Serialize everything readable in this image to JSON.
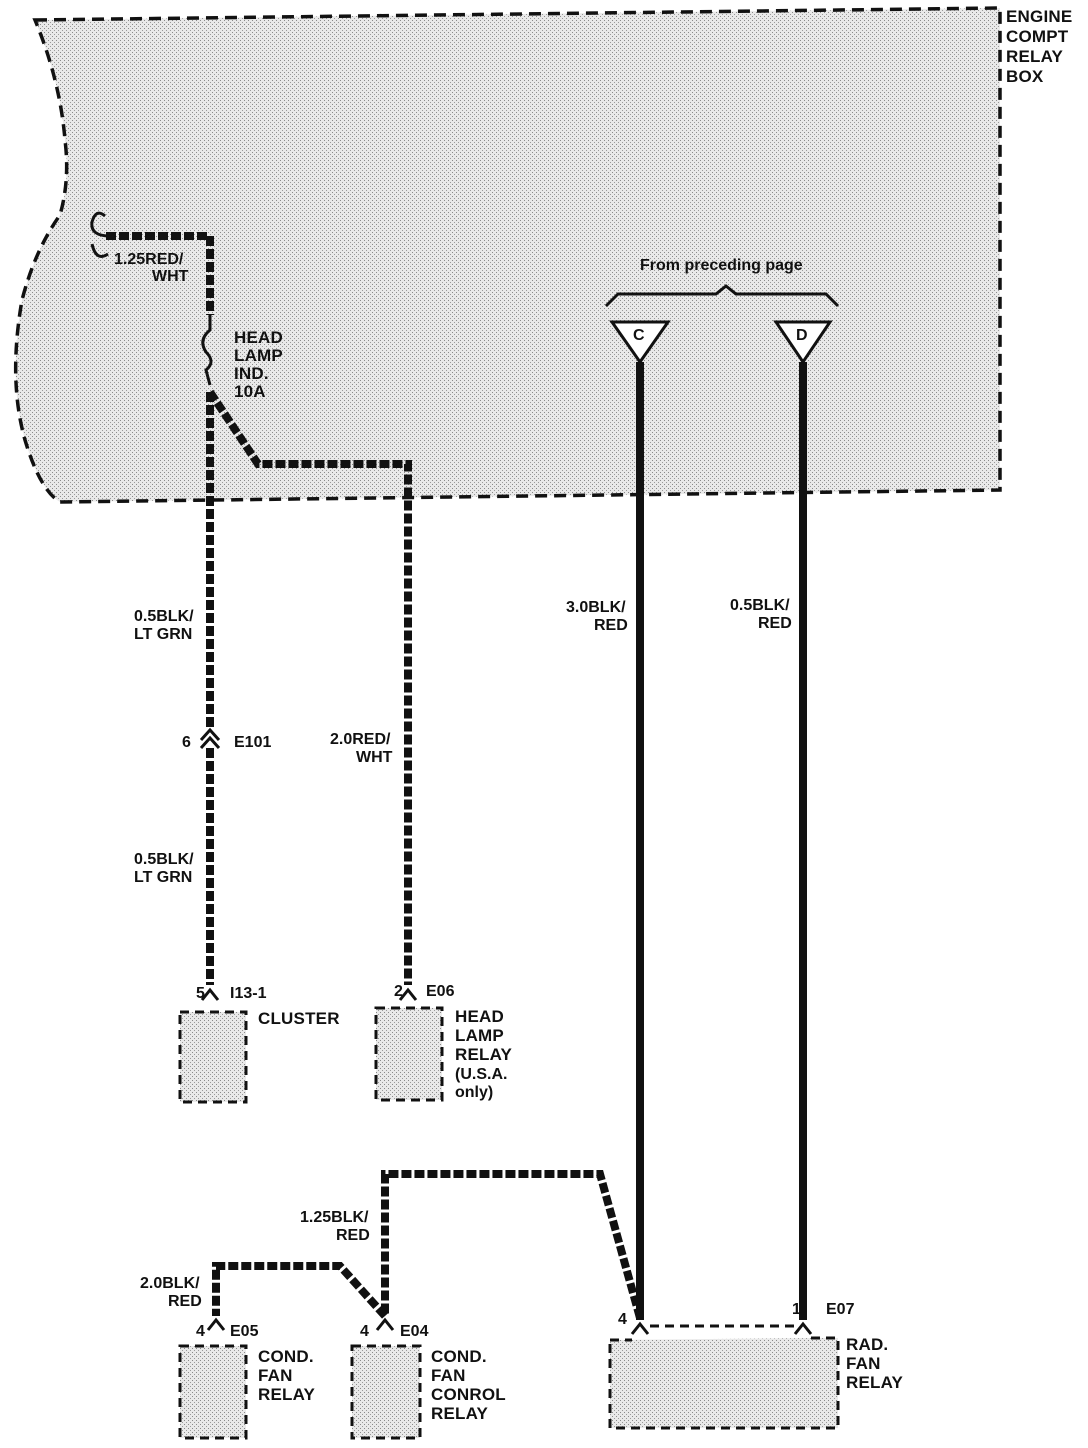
{
  "relay_box": {
    "title_lines": [
      "ENGINE",
      "COMPT",
      "RELAY",
      "BOX"
    ]
  },
  "fuse": {
    "label_lines": [
      "HEAD",
      "LAMP",
      "IND.",
      "10A"
    ]
  },
  "wires": {
    "top_left": [
      "1.25RED/",
      "WHT"
    ],
    "left_upper": [
      "0.5BLK/",
      "LT GRN"
    ],
    "left_lower": [
      "0.5BLK/",
      "LT GRN"
    ],
    "mid": [
      "2.0RED/",
      "WHT"
    ],
    "c_wire": [
      "3.0BLK/",
      "RED"
    ],
    "d_wire": [
      "0.5BLK/",
      "RED"
    ],
    "fan_control": [
      "1.25BLK/",
      "RED"
    ],
    "cond_fan": [
      "2.0BLK/",
      "RED"
    ]
  },
  "preceding": {
    "text": "From preceding page",
    "c": "C",
    "d": "D"
  },
  "connector_e101": {
    "pin": "6",
    "id": "E101"
  },
  "cluster": {
    "pin": "5",
    "connector": "I13-1",
    "label": "CLUSTER"
  },
  "headlamp_relay": {
    "pin": "2",
    "connector": "E06",
    "label_lines": [
      "HEAD",
      "LAMP",
      "RELAY",
      "(U.S.A.",
      "only)"
    ]
  },
  "cond_fan_relay": {
    "pin": "4",
    "connector": "E05",
    "label_lines": [
      "COND.",
      "FAN",
      "RELAY"
    ]
  },
  "cond_fan_control_relay": {
    "pin": "4",
    "connector": "E04",
    "label_lines": [
      "COND.",
      "FAN",
      "CONROL",
      "RELAY"
    ]
  },
  "rad_fan_relay": {
    "pin_left": "4",
    "pin_right": "1",
    "connector": "E07",
    "label_lines": [
      "RAD.",
      "FAN",
      "RELAY"
    ]
  }
}
